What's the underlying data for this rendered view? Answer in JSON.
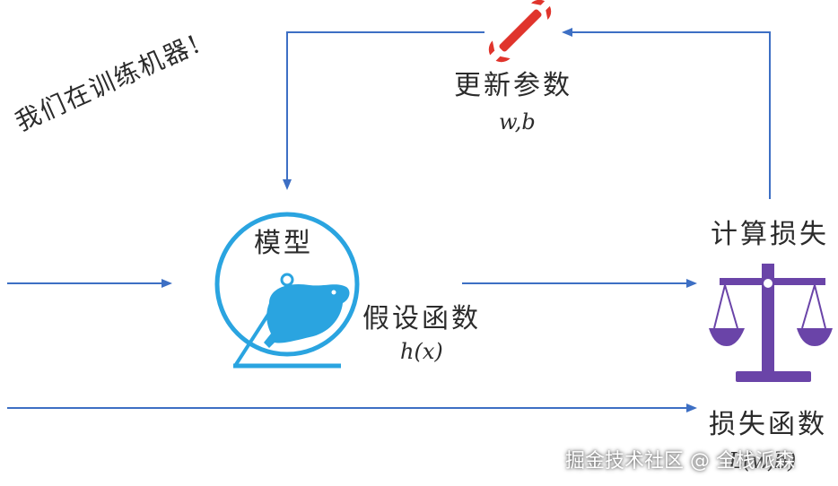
{
  "labels": {
    "slogan": "我们在训练机器!",
    "update_params": "更新参数",
    "update_vars": "w,b",
    "model": "模型",
    "hypothesis": "假设函数",
    "hypothesis_formula": "h(x)",
    "compute_loss": "计算损失",
    "loss_function": "损失函数",
    "loss_formula": "L(w,b)"
  },
  "watermark": "掘金技术社区 @ 全栈派森",
  "colors": {
    "arrow": "#3d6fc4",
    "wrench": "#e0342c",
    "wheel": "#2aa4e0",
    "scale": "#6a44a8",
    "text": "#2b2b2b"
  },
  "icons": {
    "wrench": "wrench-icon",
    "hamster_wheel": "hamster-wheel-icon",
    "scale": "balance-scale-icon"
  }
}
